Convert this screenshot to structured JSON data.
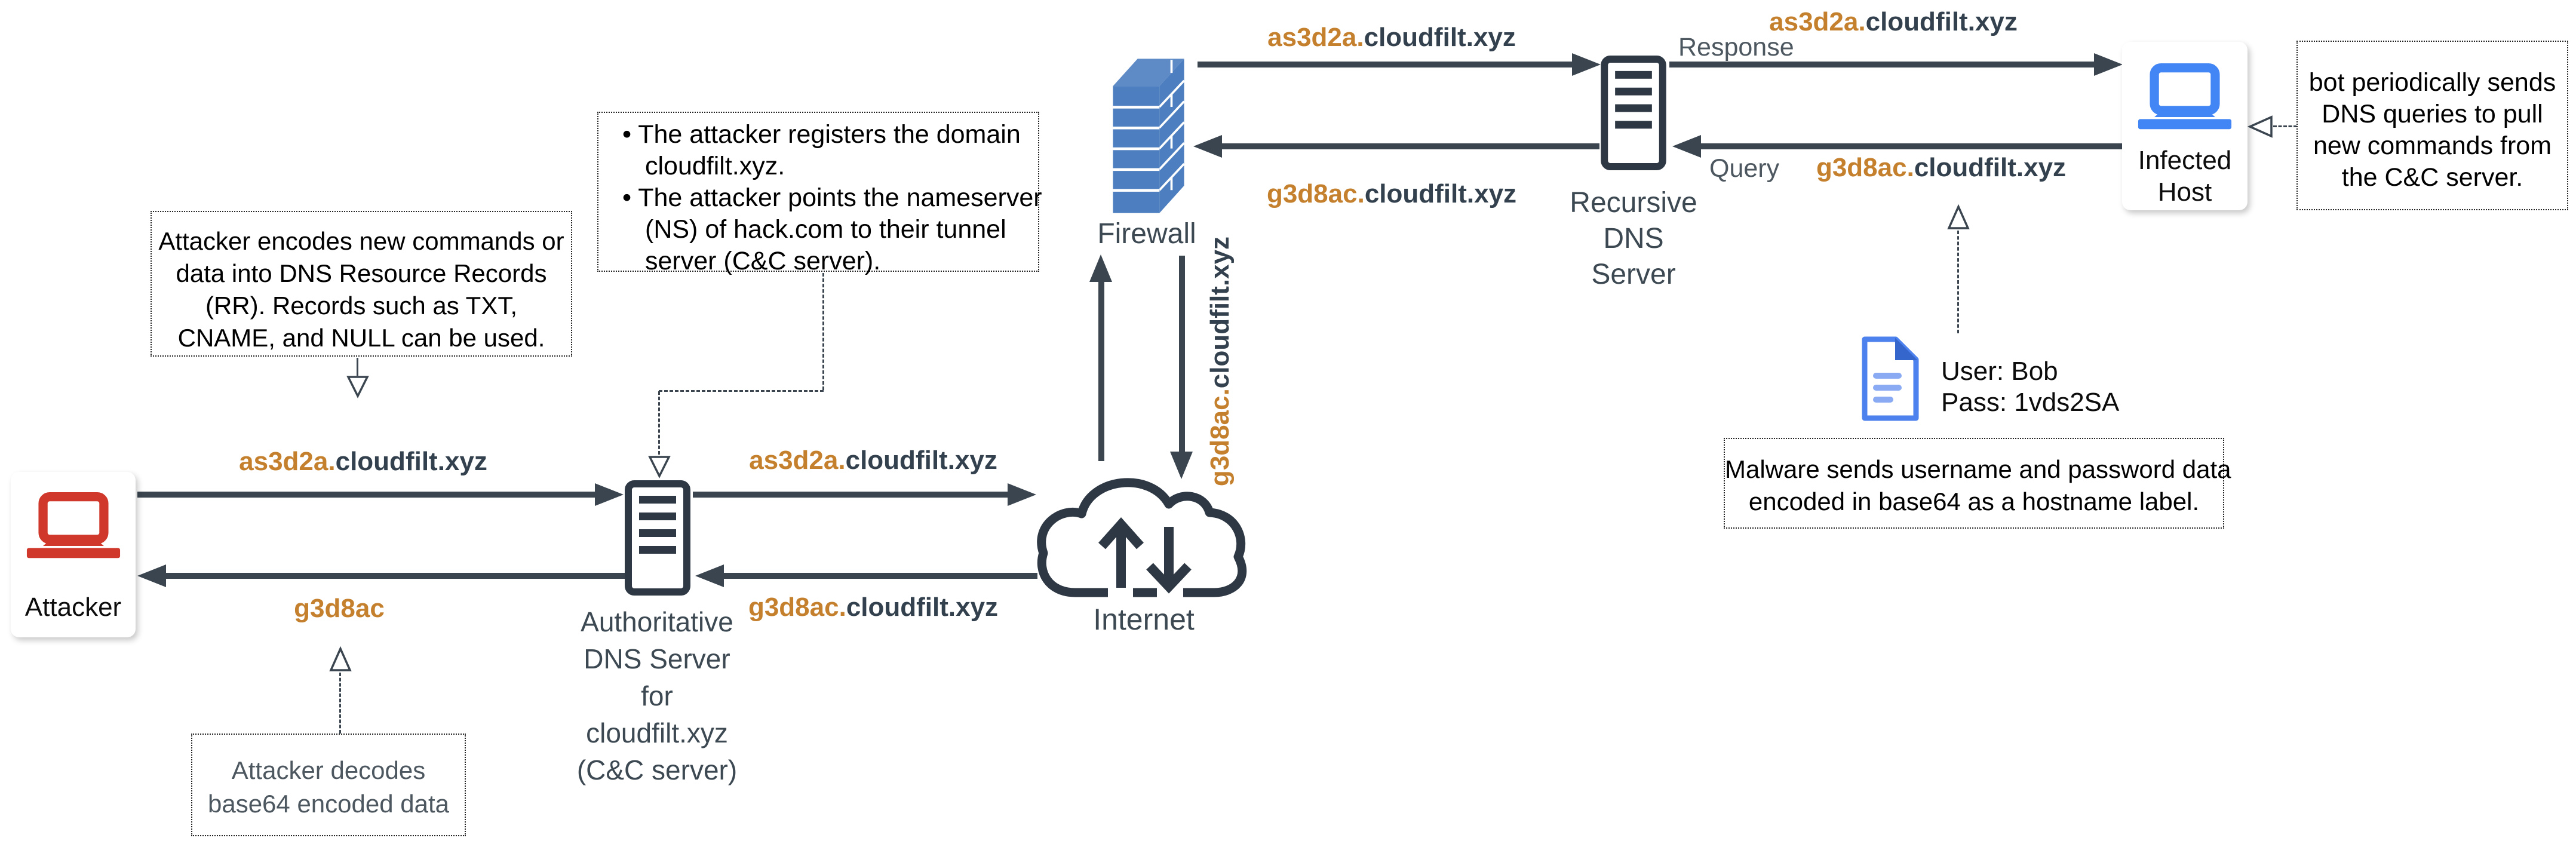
{
  "title": "DNS tunneling C&C diagram",
  "colors": {
    "arrow_ink": "#3a4550",
    "icon_ink": "#2d3844",
    "subdomain_orange": "#c5802e",
    "domain_dark": "#33404d",
    "muted_gray": "#4d5760",
    "node_label_gray": "#3c4852",
    "firewall_blue": "#4d7ebf",
    "attacker_laptop_red": "#cf382a",
    "infected_laptop_blue": "#4285f4",
    "document_blue": "#4d82ee"
  },
  "icons": {
    "attacker": "laptop-icon",
    "infected_host": "laptop-icon",
    "firewall": "brick-wall-icon",
    "dns_server": "server-tower-icon",
    "internet": "cloud-transfer-icon",
    "credentials": "document-icon"
  },
  "nodes": {
    "attacker": {
      "label": "Attacker"
    },
    "authoritative_dns": {
      "lines": [
        "Authoritative",
        "DNS Server",
        "for",
        "cloudfilt.xyz",
        "(C&C server)"
      ]
    },
    "internet": {
      "label": "Internet"
    },
    "firewall": {
      "label": "Firewall"
    },
    "recursive_dns": {
      "lines": [
        "Recursive",
        "DNS",
        "Server"
      ]
    },
    "infected_host": {
      "lines": [
        "Infected",
        "Host"
      ]
    }
  },
  "edges": {
    "attacker_to_auth": {
      "sub": "as3d2a.",
      "domain": "cloudfilt.xyz"
    },
    "auth_to_attacker": {
      "sub": "g3d8ac",
      "domain": ""
    },
    "auth_to_internet": {
      "sub": "as3d2a.",
      "domain": "cloudfilt.xyz"
    },
    "internet_to_auth": {
      "sub": "g3d8ac.",
      "domain": "cloudfilt.xyz"
    },
    "firewall_to_recursive": {
      "sub": "as3d2a.",
      "domain": "cloudfilt.xyz"
    },
    "recursive_to_firewall": {
      "sub": "g3d8ac.",
      "domain": "cloudfilt.xyz"
    },
    "recursive_to_infected": {
      "tag": "Response",
      "sub": "as3d2a.",
      "domain": "cloudfilt.xyz"
    },
    "infected_to_recursive": {
      "tag": "Query",
      "sub": "g3d8ac.",
      "domain": "cloudfilt.xyz"
    },
    "firewall_internet_vertical": {
      "sub": "g3d8ac.",
      "domain": "cloudfilt.xyz"
    }
  },
  "notes": {
    "encode": {
      "lines": [
        "Attacker encodes new commands or",
        "data into DNS Resource Records",
        "(RR). Records such as TXT,",
        "CNAME, and NULL can be used."
      ]
    },
    "register": {
      "lines": [
        "• The attacker registers the domain",
        "cloudfilt.xyz.",
        "• The attacker points the nameserver",
        "(NS) of hack.com to their tunnel",
        "server (C&C server)."
      ]
    },
    "decode": {
      "lines": [
        "Attacker decodes",
        "base64 encoded data"
      ]
    },
    "malware": {
      "lines": [
        "Malware sends username and password data",
        "encoded in base64 as a hostname label."
      ]
    },
    "bot": {
      "lines": [
        "bot periodically sends",
        "DNS queries to pull",
        "new commands from",
        "the C&C server."
      ]
    }
  },
  "credentials": {
    "user": "User: Bob",
    "pass": "Pass: 1vds2SA"
  }
}
